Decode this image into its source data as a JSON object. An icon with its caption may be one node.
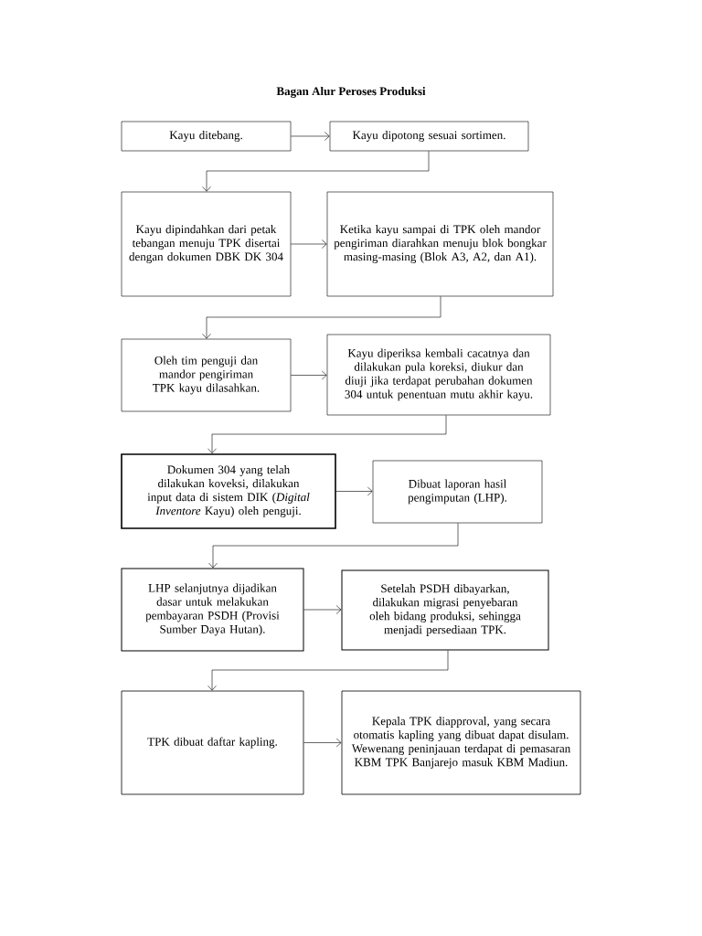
{
  "diagram": {
    "title": "Bagan Alur Peroses Produksi",
    "nodes": [
      {
        "text": [
          "Kayu ditebang."
        ]
      },
      {
        "text": [
          "Kayu dipotong sesuai sortimen."
        ]
      },
      {
        "text": [
          "Kayu dipindahkan dari petak tebangan menuju TPK disertai dengan dokumen DBK DK 304"
        ]
      },
      {
        "text": [
          "Ketika kayu sampai di TPK oleh mandor pengiriman diarahkan menuju blok bongkar masing-masing (Blok A3, A2, dan A1)."
        ]
      },
      {
        "text": [
          "Oleh tim penguji dan mandor pengiriman TPK kayu dilasahkan."
        ]
      },
      {
        "text": [
          "Kayu diperiksa kembali cacatnya dan dilakukan pula koreksi, diukur dan diuji jika terdapat perubahan dokumen 304 untuk penentuan mutu akhir kayu."
        ]
      },
      {
        "text": [
          "Dokumen 304 yang telah dilakukan koveksi, dilakukan input data di sistem DIK (*Digital Inventore* Kayu) oleh penguji."
        ]
      },
      {
        "text": [
          "Dibuat laporan hasil pengimputan  (LHP)."
        ]
      },
      {
        "text": [
          "LHP selanjutnya dijadikan dasar untuk melakukan pembayaran PSDH (Provisi Sumber Daya Hutan)."
        ]
      },
      {
        "text": [
          "Setelah PSDH dibayarkan, dilakukan migrasi penyebaran oleh bidang produksi, sehingga menjadi persediaan TPK."
        ]
      },
      {
        "text": [
          "TPK dibuat daftar kapling."
        ]
      },
      {
        "text": [
          "Kepala TPK diapproval, yang secara otomatis kapling yang dibuat dapat disulam. Wewenang peninjauan terdapat di pemasaran KBM TPK Banjarejo masuk KBM Madiun."
        ]
      }
    ],
    "edges": [
      {
        "from": 0,
        "to": 1,
        "arrow": "to"
      },
      {
        "from": 1,
        "to": 2,
        "arrow": "to"
      },
      {
        "from": 2,
        "to": 3,
        "arrow": "to"
      },
      {
        "from": 3,
        "to": 4,
        "arrow": "to"
      },
      {
        "from": 4,
        "to": 5,
        "arrow": "to"
      },
      {
        "from": 5,
        "to": 6,
        "arrow": "to"
      },
      {
        "from": 6,
        "to": 7,
        "arrow": "to"
      },
      {
        "from": 7,
        "to": 8,
        "arrow": "to"
      },
      {
        "from": 8,
        "to": 9,
        "arrow": "to"
      },
      {
        "from": 9,
        "to": 10,
        "arrow": "to"
      },
      {
        "from": 10,
        "to": 11,
        "arrow": "to"
      }
    ]
  }
}
